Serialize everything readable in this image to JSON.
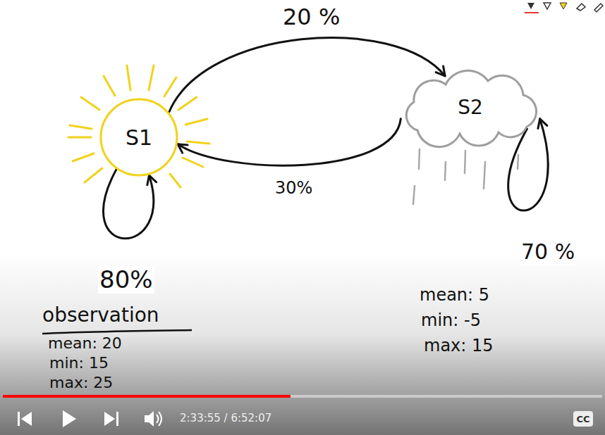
{
  "diagram": {
    "nodes": [
      {
        "text": [
          "S1"
        ]
      },
      {
        "text": [
          "S2"
        ]
      },
      {
        "text": [
          "CC"
        ]
      }
    ],
    "edges": [
      {
        "from": 0,
        "to": 1,
        "arrow": "to",
        "label": "20 %"
      },
      {
        "from": 1,
        "to": 0,
        "arrow": "to",
        "label": "30%"
      },
      {
        "from": 0,
        "to": 0,
        "arrow": "to",
        "label": "80%"
      },
      {
        "from": 1,
        "to": 1,
        "arrow": "to",
        "label": "70 %"
      }
    ],
    "labels": [
      "observation",
      "mean: 20",
      "min: 15",
      "max: 25",
      "mean: 5",
      "min: -5",
      "max: 15",
      "2:33:55 / 6:52:07"
    ]
  }
}
